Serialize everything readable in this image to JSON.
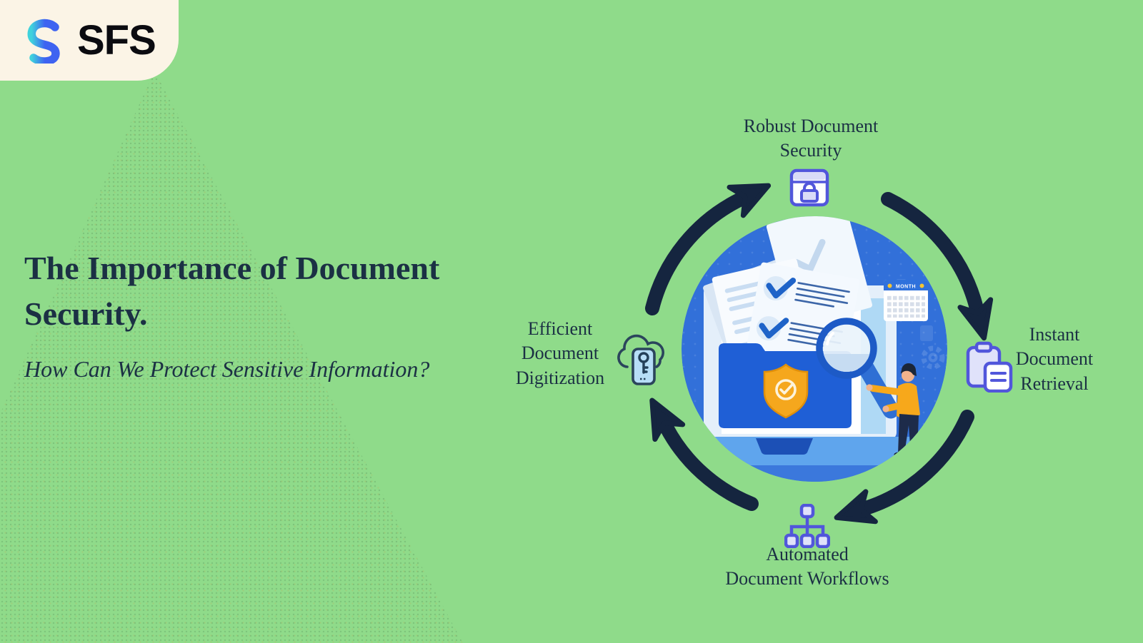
{
  "logo": {
    "text": "SFS"
  },
  "hero": {
    "title": "The Importance of Document\nSecurity.",
    "subtitle": "How Can We Protect Sensitive Information?"
  },
  "cycle": {
    "items": [
      {
        "id": "top",
        "label": "Robust Document\nSecurity",
        "icon": "browser-lock-icon"
      },
      {
        "id": "right",
        "label": "Instant\nDocument\nRetrieval",
        "icon": "clipboard-document-icon"
      },
      {
        "id": "bottom",
        "label": "Automated\nDocument Workflows",
        "icon": "workflow-hierarchy-icon"
      },
      {
        "id": "left",
        "label": "Efficient\nDocument\nDigitization",
        "icon": "cloud-mobile-key-icon"
      }
    ]
  },
  "illustration": {
    "calendar_label": "MONTH"
  },
  "colors": {
    "background_green": "#8FDB8A",
    "badge_cream": "#FBF4E6",
    "text_navy": "#1B3044",
    "arrow_navy": "#15253F",
    "icon_purple": "#5156DB",
    "icon_lavender": "#DFE1FA",
    "shield_orange": "#F5A71D",
    "illustration_blue": "#2E67D3",
    "logo_blue": "#3E63F1",
    "logo_teal": "#3FD2DC"
  }
}
